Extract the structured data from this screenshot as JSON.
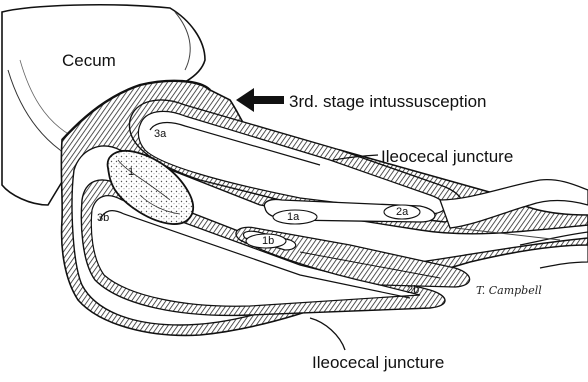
{
  "labels": {
    "cecum": "Cecum",
    "stage_title": "3rd. stage intussusception",
    "junction_upper": "Ileocecal juncture",
    "junction_lower": "Ileocecal juncture",
    "m1": "1",
    "m1a": "1a",
    "m1b": "1b",
    "m2a": "2a",
    "m2b": "2b",
    "m3a": "3a",
    "m3b": "3b"
  },
  "signature": "T. Campbell",
  "colors": {
    "ink": "#111111",
    "paper": "#ffffff",
    "hatch": "#3a3a3a"
  }
}
